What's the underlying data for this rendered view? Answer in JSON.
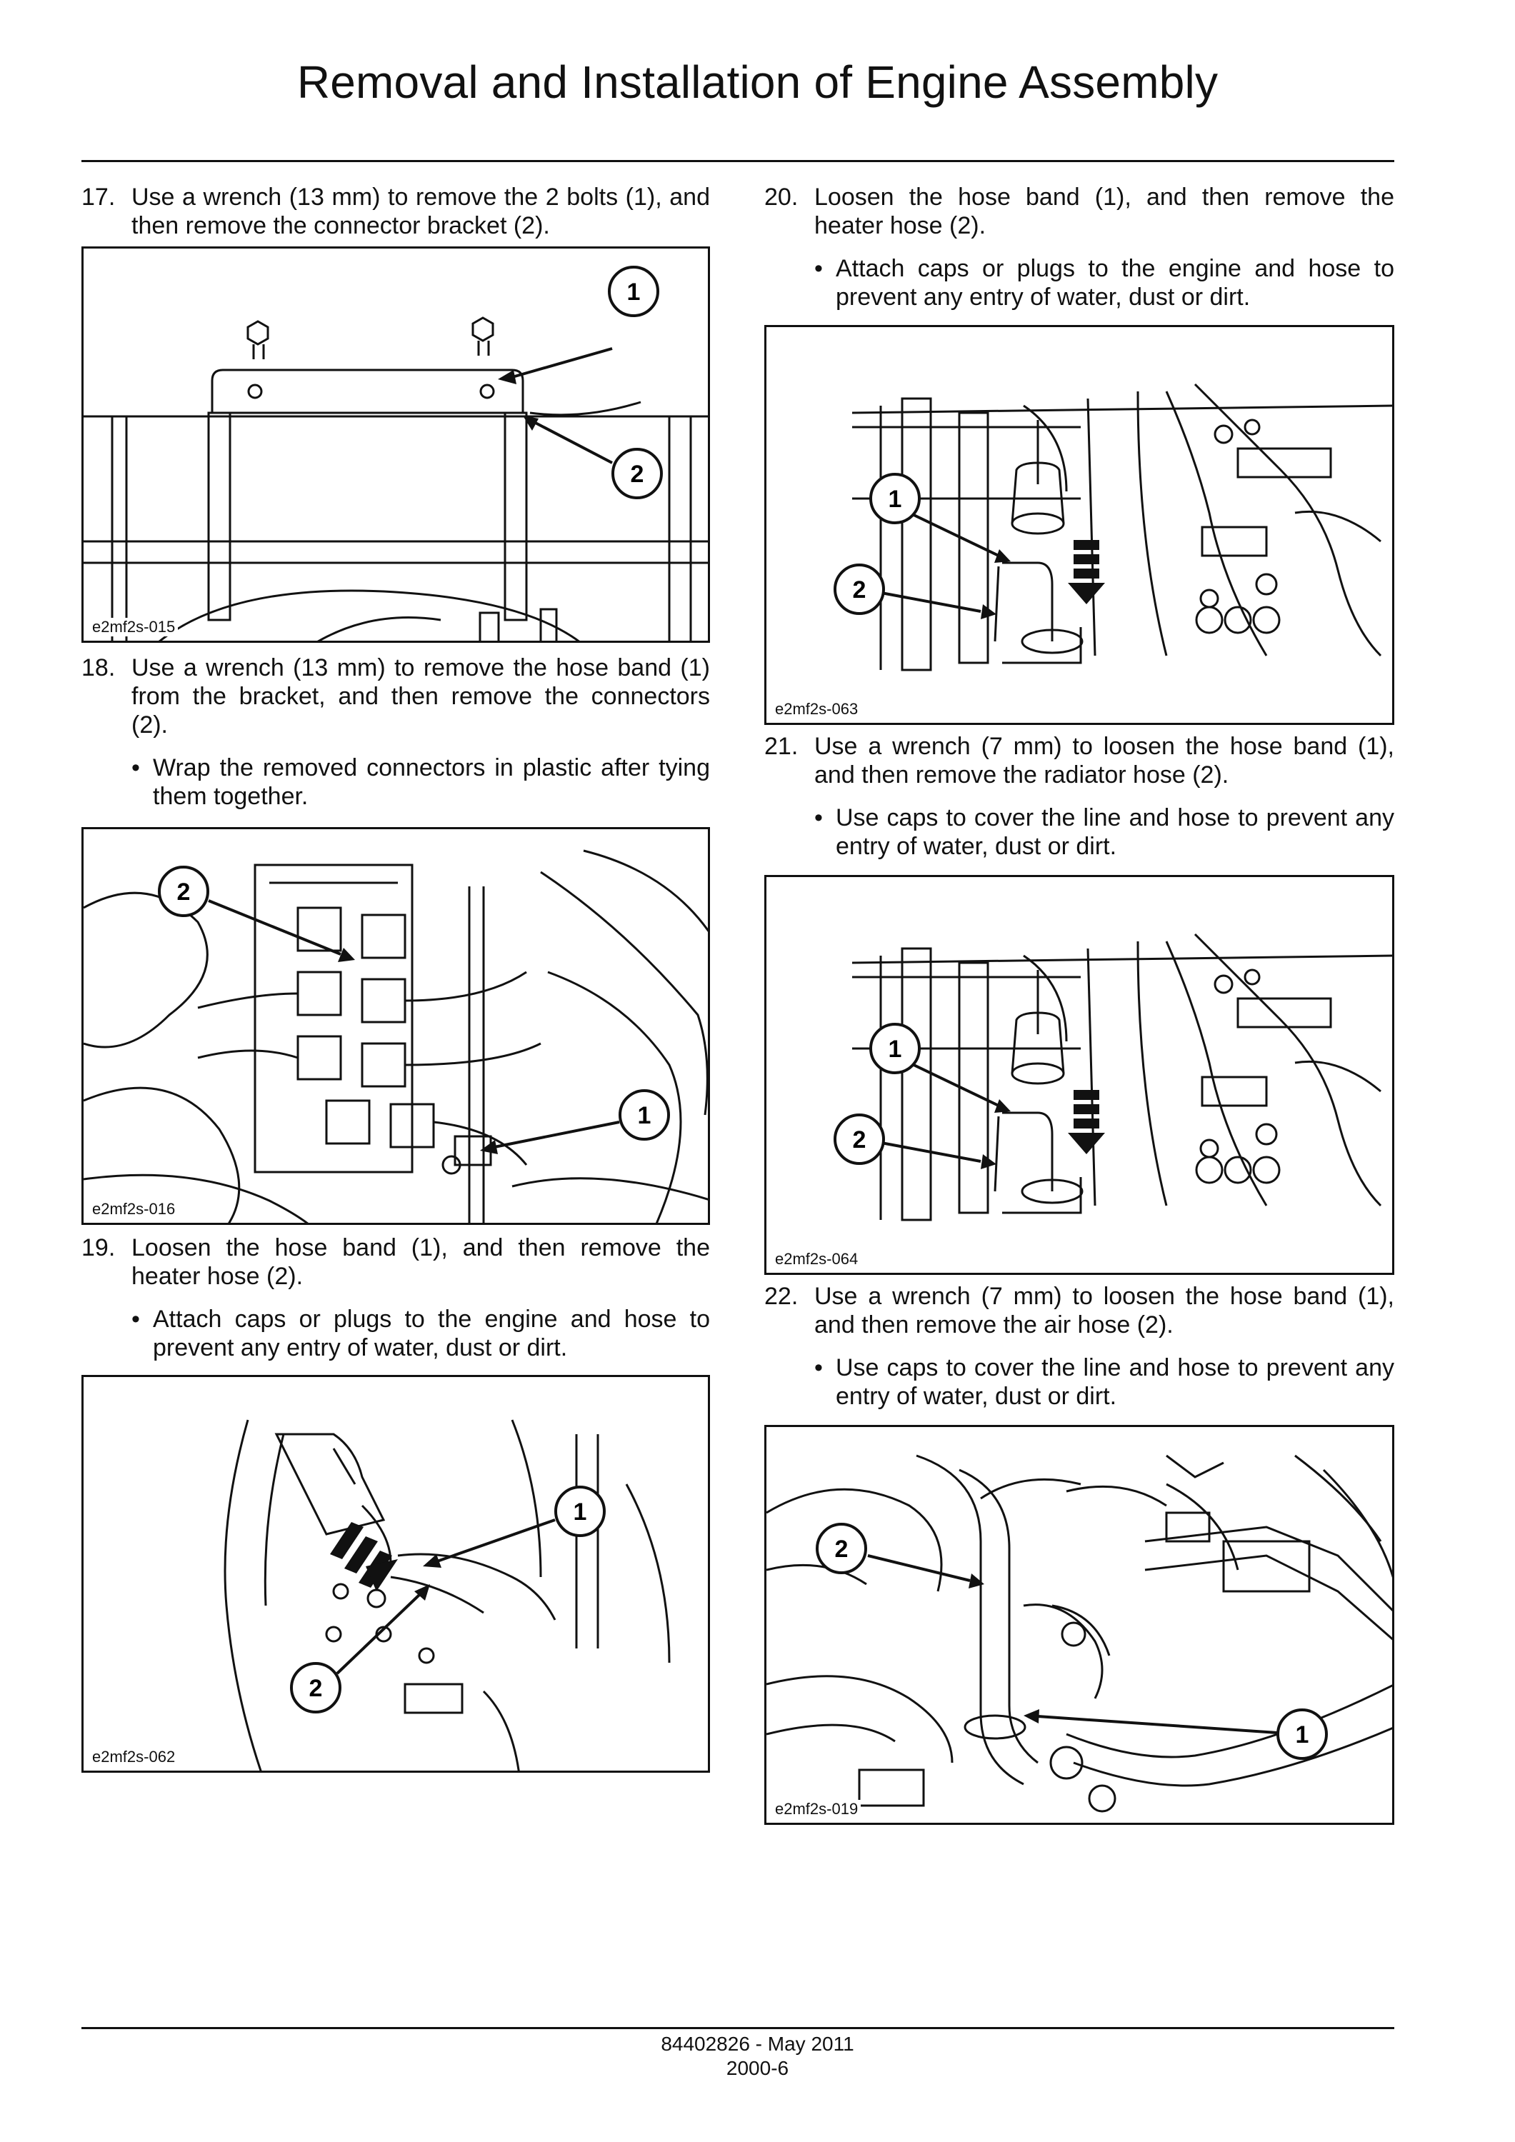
{
  "page": {
    "title": "Removal and Installation of Engine Assembly",
    "footer_doc": "84402826 - May 2011",
    "footer_page": "2000-6"
  },
  "steps": [
    {
      "num": "17.",
      "text": "Use a wrench (13 mm) to remove the 2 bolts (1), and then remove the connector bracket (2).",
      "bullets": [],
      "figure": "e2mf2s-015",
      "callouts": [
        "1",
        "2"
      ]
    },
    {
      "num": "18.",
      "text": "Use a wrench (13 mm) to remove the hose band (1) from the bracket, and then remove the connectors (2).",
      "bullets": [
        "Wrap the removed connectors in plastic after tying them together."
      ],
      "figure": "e2mf2s-016",
      "callouts": [
        "2",
        "1"
      ]
    },
    {
      "num": "19.",
      "text": "Loosen the hose band (1), and then remove the heater hose (2).",
      "bullets": [
        "Attach caps or plugs to the engine and hose to prevent any entry of water, dust or dirt."
      ],
      "figure": "e2mf2s-062",
      "callouts": [
        "1",
        "2"
      ]
    },
    {
      "num": "20.",
      "text": "Loosen the hose band (1), and then remove the heater hose (2).",
      "bullets": [
        "Attach caps or plugs to the engine and hose to prevent any entry of water, dust or dirt."
      ],
      "figure": "e2mf2s-063",
      "callouts": [
        "1",
        "2"
      ]
    },
    {
      "num": "21.",
      "text": "Use a wrench (7 mm) to loosen the hose band (1), and then remove the radiator hose (2).",
      "bullets": [
        "Use caps to cover the line and hose to prevent any entry of water, dust or dirt."
      ],
      "figure": "e2mf2s-064",
      "callouts": [
        "1",
        "2"
      ]
    },
    {
      "num": "22.",
      "text": "Use a wrench (7 mm) to loosen the hose band (1), and then remove the air hose (2).",
      "bullets": [
        "Use caps to cover the line and hose to prevent any entry of water, dust or dirt."
      ],
      "figure": "e2mf2s-019",
      "callouts": [
        "2",
        "1"
      ]
    }
  ],
  "bullet_glyph": "•",
  "icons": [
    "callout-circle-icon",
    "arrow-icon",
    "down-arrow-icon"
  ]
}
